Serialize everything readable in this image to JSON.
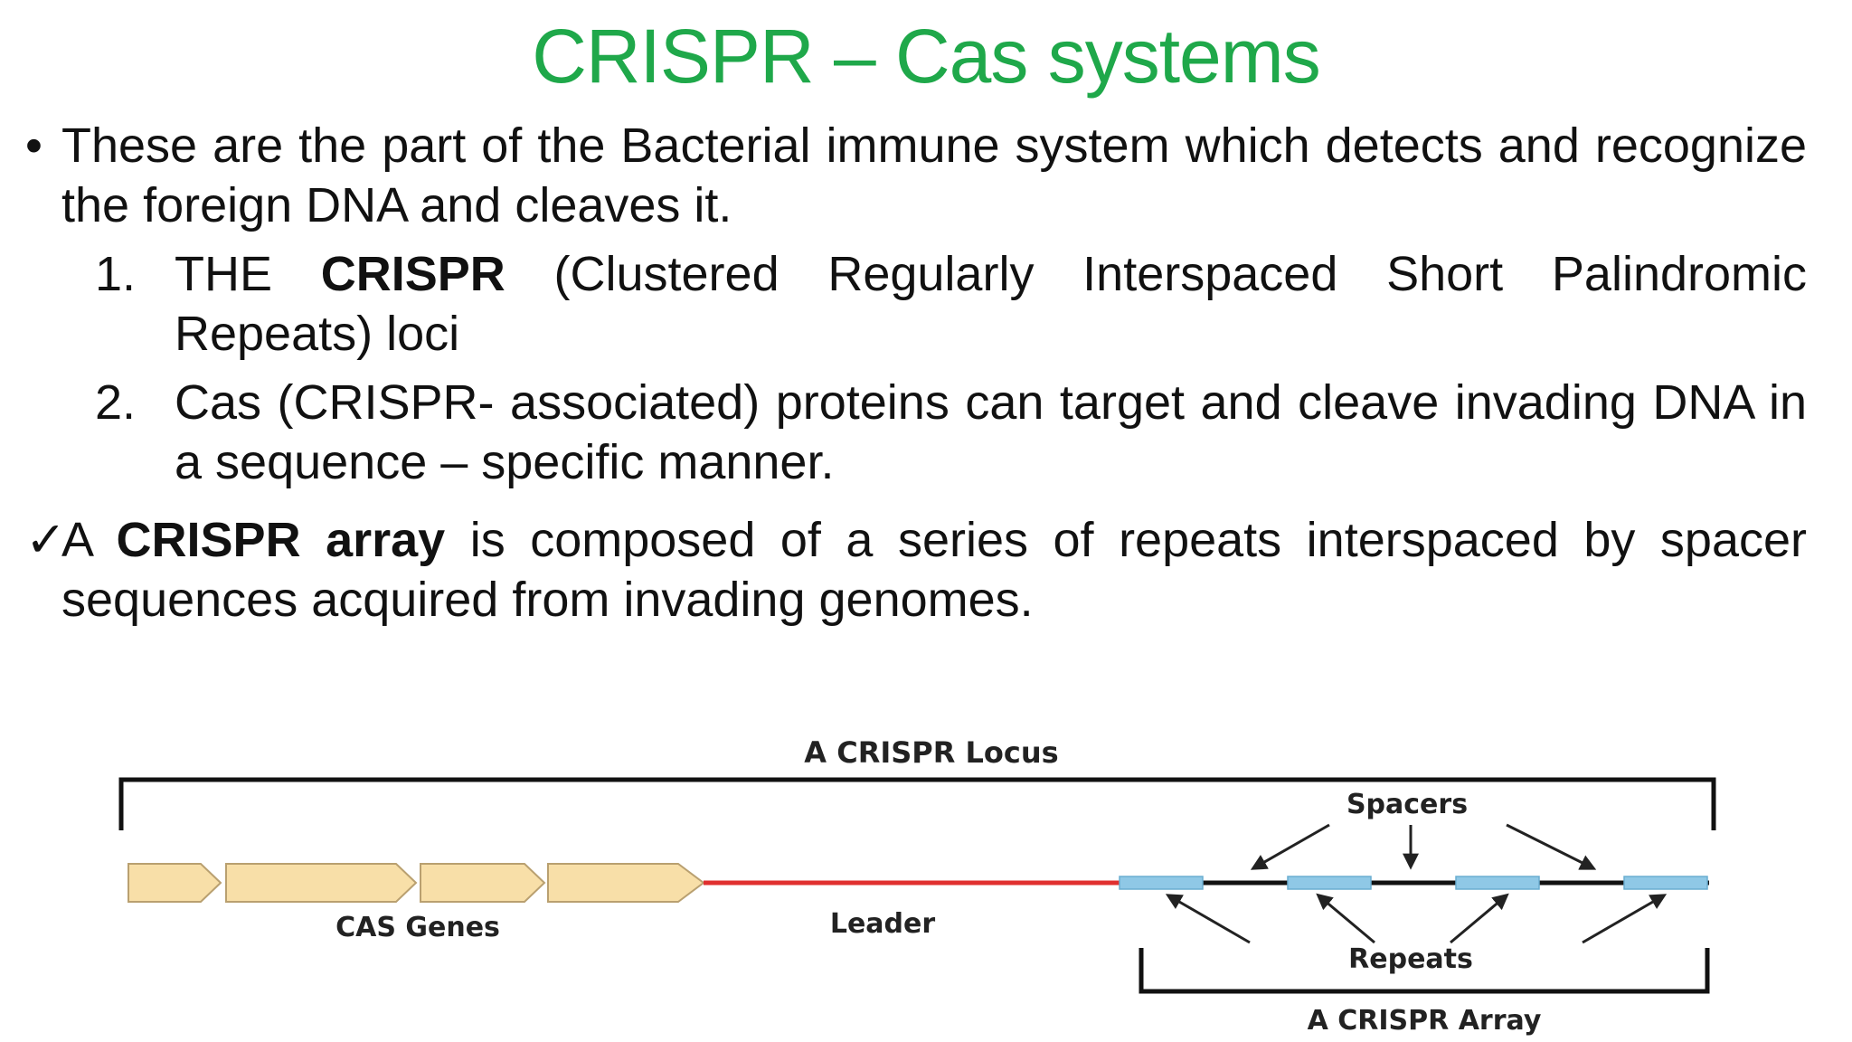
{
  "slide": {
    "title": "CRISPR – Cas systems",
    "bullet_symbol": "•",
    "intro_text": "These are the part of the Bacterial immune system which detects and recognize the foreign DNA and cleaves it.",
    "list": [
      {
        "number": "1.",
        "prefix": "THE ",
        "bold": "CRISPR",
        "rest": " (Clustered Regularly Interspaced Short Palindromic Repeats) loci"
      },
      {
        "number": "2.",
        "text": "Cas (CRISPR- associated) proteins can target and cleave invading DNA in a sequence – specific manner."
      }
    ],
    "check_symbol": "✓",
    "check_prefix": "A ",
    "check_bold": "CRISPR array",
    "check_rest": " is composed of a series of repeats interspaced by spacer sequences acquired from invading genomes."
  },
  "diagram": {
    "locus_label": "A CRISPR Locus",
    "spacers_label": "Spacers",
    "cas_genes_label": "CAS Genes",
    "leader_label": "Leader",
    "repeats_label": "Repeats",
    "array_label": "A CRISPR Array",
    "colors": {
      "title": "#1fa84a",
      "gene_fill": "#f8dfa8",
      "gene_stroke": "#b9a070",
      "leader_line": "#e0302f",
      "spacer_fill": "#8fc8e6",
      "bracket": "#111111"
    }
  }
}
